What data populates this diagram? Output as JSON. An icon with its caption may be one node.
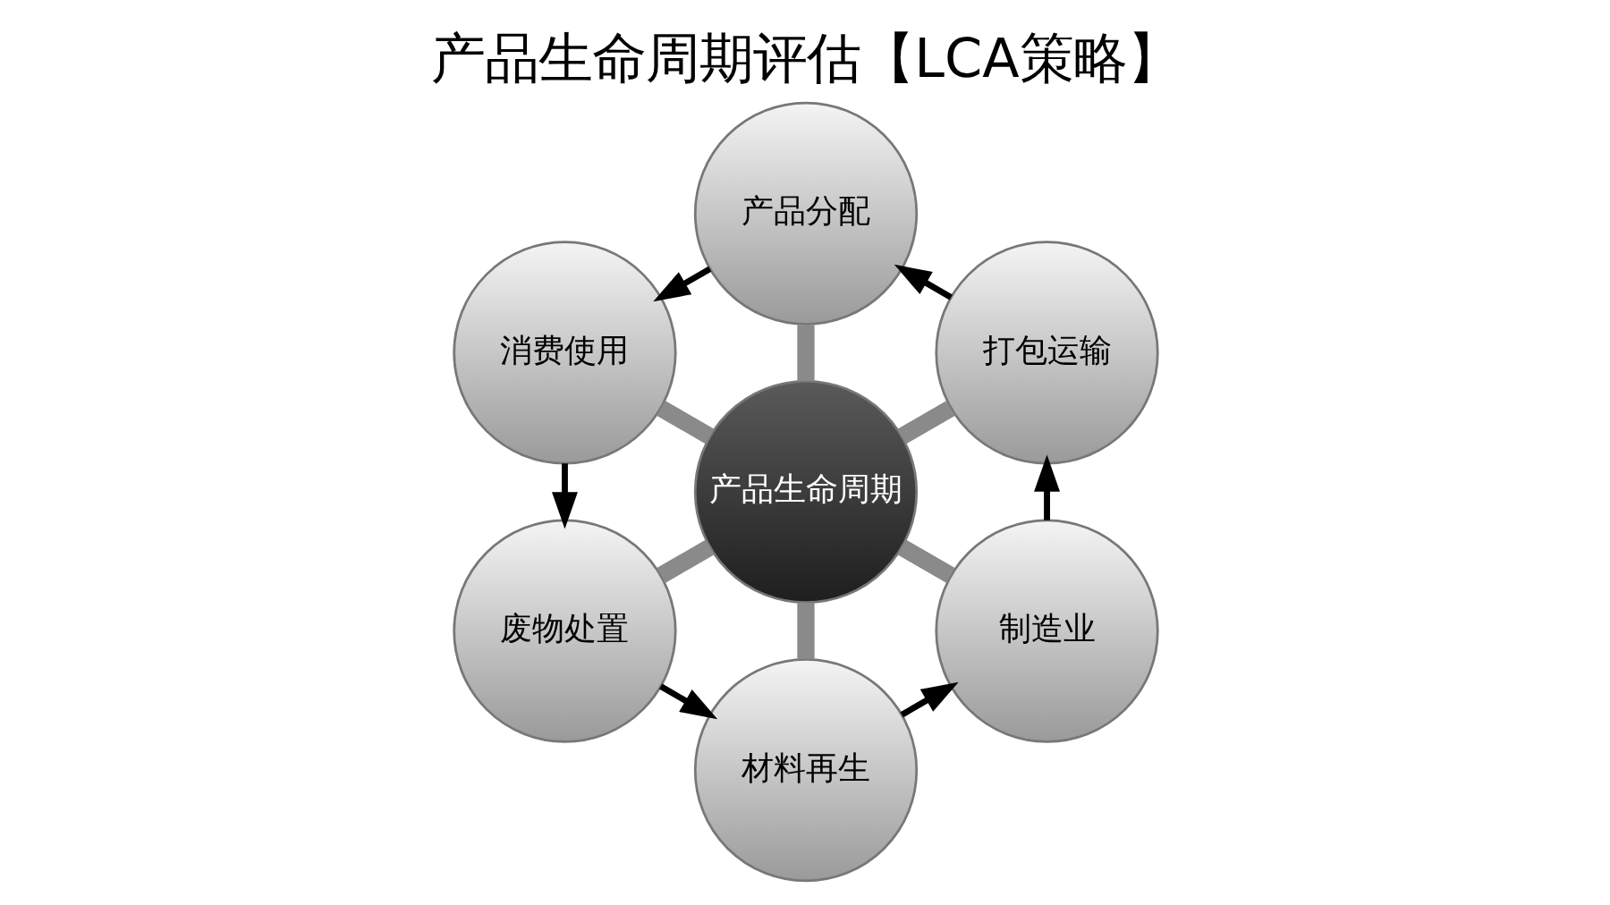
{
  "diagram": {
    "title": "产品生命周期评估【LCA策略】",
    "nodes": [
      {
        "text": [
          "产品生命周期"
        ]
      },
      {
        "text": [
          "打包运输"
        ]
      },
      {
        "text": [
          "产品分配"
        ]
      },
      {
        "text": [
          "消费使用"
        ]
      },
      {
        "text": [
          "废物处置"
        ]
      },
      {
        "text": [
          "材料再生"
        ]
      },
      {
        "text": [
          "制造业"
        ]
      }
    ],
    "edges": [
      {
        "from": 1,
        "to": 2,
        "arrow": "to"
      },
      {
        "from": 2,
        "to": 3,
        "arrow": "to"
      },
      {
        "from": 3,
        "to": 4,
        "arrow": "to"
      },
      {
        "from": 4,
        "to": 5,
        "arrow": "to"
      },
      {
        "from": 5,
        "to": 6,
        "arrow": "to"
      },
      {
        "from": 6,
        "to": 1,
        "arrow": "to"
      },
      {
        "from": 0,
        "to": 1,
        "arrow": "none",
        "style": "thick",
        "color": "#8a8a8a"
      },
      {
        "from": 0,
        "to": 2,
        "arrow": "none",
        "style": "thick",
        "color": "#8a8a8a"
      },
      {
        "from": 0,
        "to": 3,
        "arrow": "none",
        "style": "thick",
        "color": "#8a8a8a"
      },
      {
        "from": 0,
        "to": 4,
        "arrow": "none",
        "style": "thick",
        "color": "#8a8a8a"
      },
      {
        "from": 0,
        "to": 5,
        "arrow": "none",
        "style": "thick",
        "color": "#8a8a8a"
      },
      {
        "from": 0,
        "to": 6,
        "arrow": "none",
        "style": "thick",
        "color": "#8a8a8a"
      }
    ]
  }
}
